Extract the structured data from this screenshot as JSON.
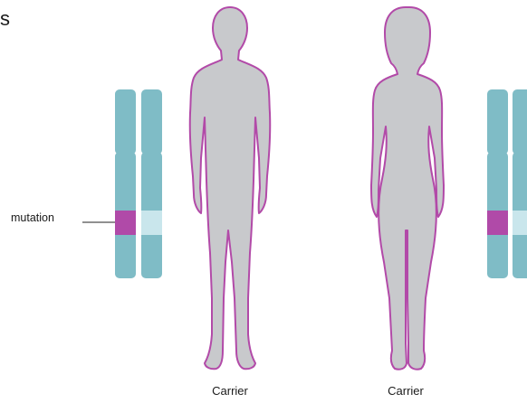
{
  "heading": "s",
  "mutation_label": "mutation",
  "figures": [
    {
      "id": "male",
      "label": "Carrier"
    },
    {
      "id": "female",
      "label": "Carrier"
    }
  ],
  "colors": {
    "body_fill": "#c8c9cc",
    "body_outline": "#b24aa8",
    "chromosome": "#7fbcc6",
    "chromosome_outline": "#6aaab5",
    "mutation": "#b04aa8",
    "normal_allele": "#c9e6ec",
    "line": "#222222"
  }
}
